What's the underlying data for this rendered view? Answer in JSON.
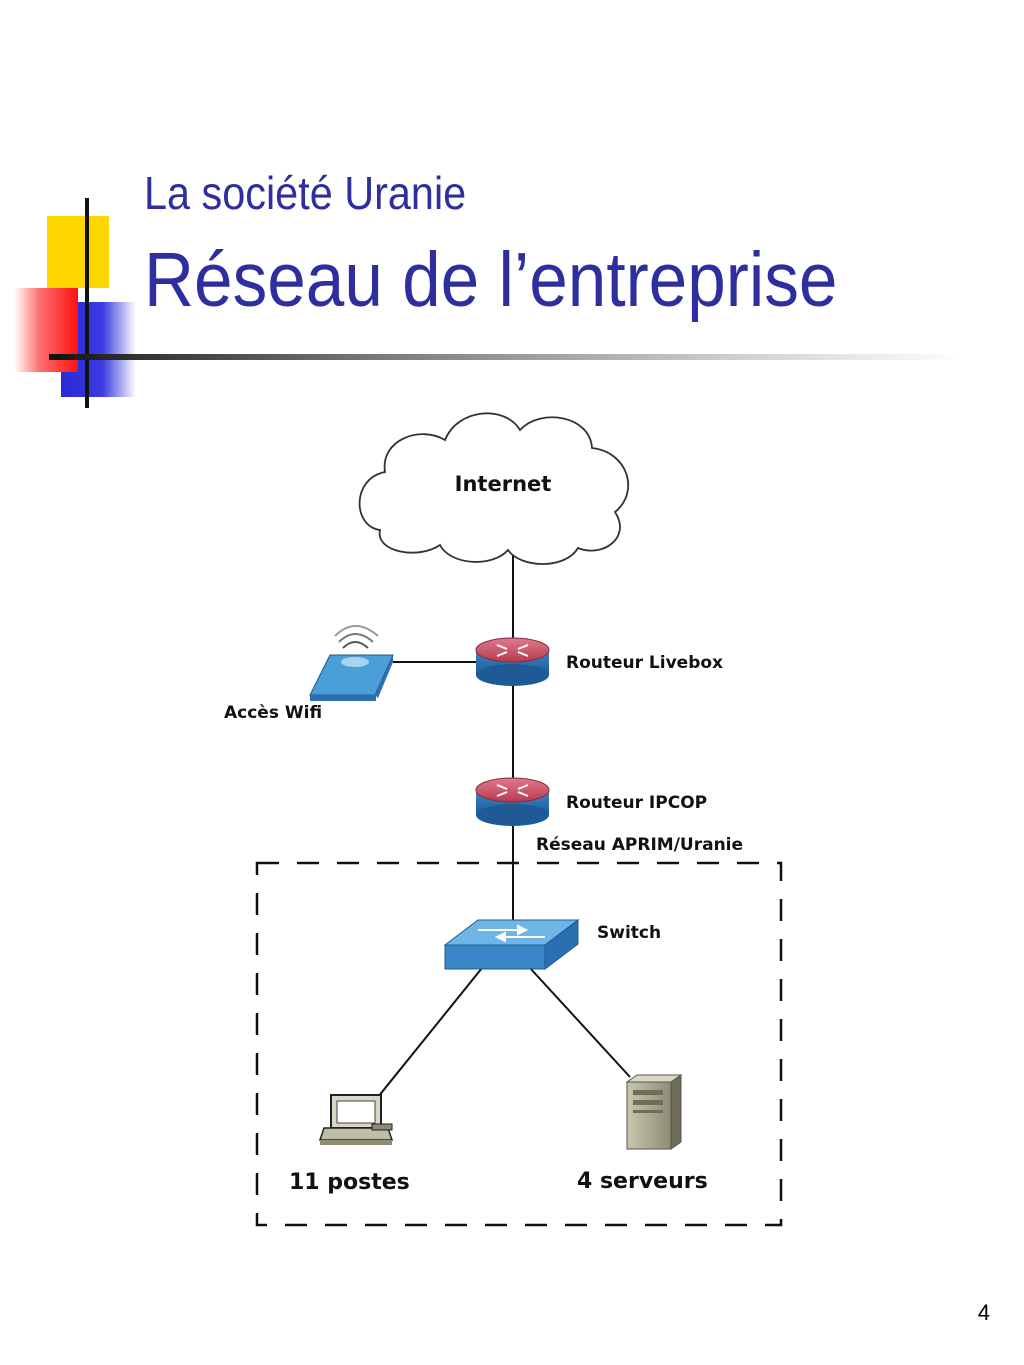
{
  "slide": {
    "title_line1": "La société Uranie",
    "title_line2": "Réseau de l’entreprise",
    "page_number": "4"
  },
  "diagram": {
    "nodes": {
      "internet": "Internet",
      "livebox": "Routeur Livebox",
      "wifi": "Accès Wifi",
      "ipcop": "Routeur IPCOP",
      "network_zone": "Réseau APRIM/Uranie",
      "switch": "Switch",
      "workstations": "11 postes",
      "servers": "4 serveurs"
    },
    "colors": {
      "title": "#2e2e9e",
      "router_top": "#c44a5e",
      "router_body": "#2c6fb0",
      "switch": "#4a9fd6",
      "cloud": "#ffffff"
    },
    "icons": [
      "cloud-icon",
      "router-icon",
      "wireless-access-point-icon",
      "switch-icon",
      "computer-icon",
      "server-icon"
    ]
  }
}
